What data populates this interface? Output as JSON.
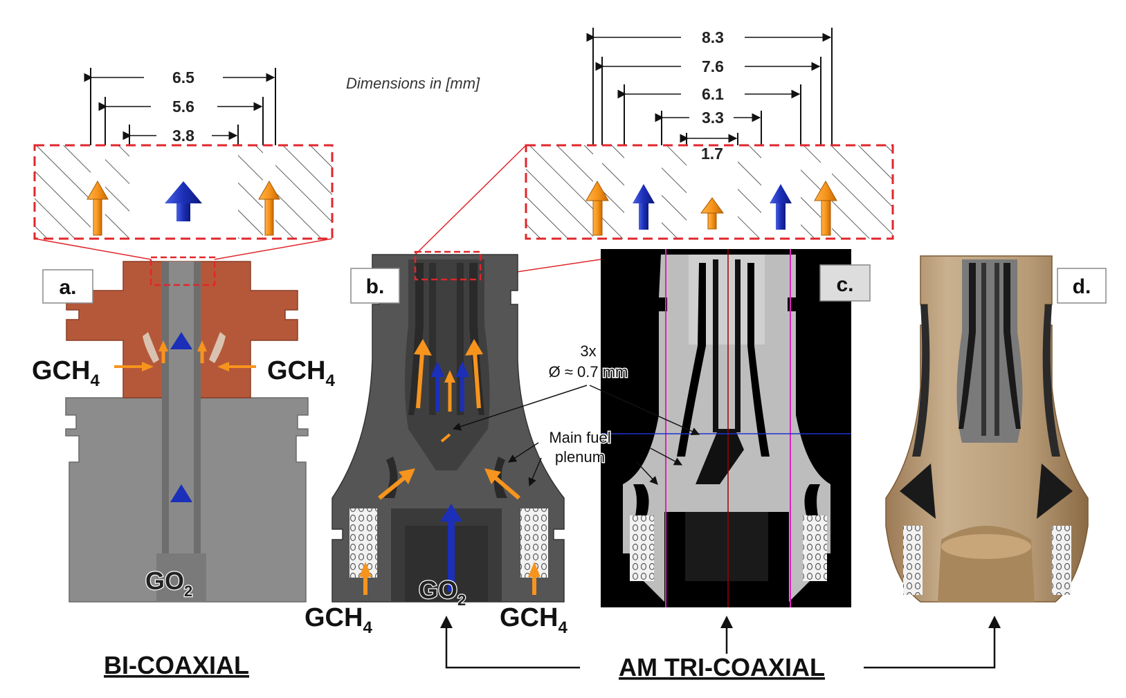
{
  "dimensions_note": "Dimensions in [mm]",
  "bi_coaxial": {
    "title": "BI-COAXIAL",
    "panel_label": "a.",
    "dims": [
      "6.5",
      "5.6",
      "3.8"
    ],
    "fuel_left": "GCH",
    "fuel_right": "GCH",
    "oxidizer": "GO",
    "fuel_sub": "4",
    "ox_sub": "2"
  },
  "tri_coaxial": {
    "title": "AM TRI-COAXIAL",
    "panel_b": "b.",
    "panel_c": "c.",
    "panel_d": "d.",
    "dims": [
      "8.3",
      "7.6",
      "6.1",
      "3.3",
      "1.7"
    ],
    "fuel_left": "GCH",
    "fuel_right": "GCH",
    "oxidizer": "GO",
    "fuel_sub": "4",
    "ox_sub": "2",
    "hole_count": "3x",
    "hole_diameter": "Ø ≈ 0.7 mm",
    "plenum_line1": "Main fuel",
    "plenum_line2": "plenum"
  },
  "colors": {
    "fuel_arrow": "#f7941d",
    "ox_arrow": "#1b2fb8",
    "copper": "#b5583a",
    "steel": "#8a8a8a",
    "dark_part": "#555555",
    "detail_border": "#e0262b"
  }
}
